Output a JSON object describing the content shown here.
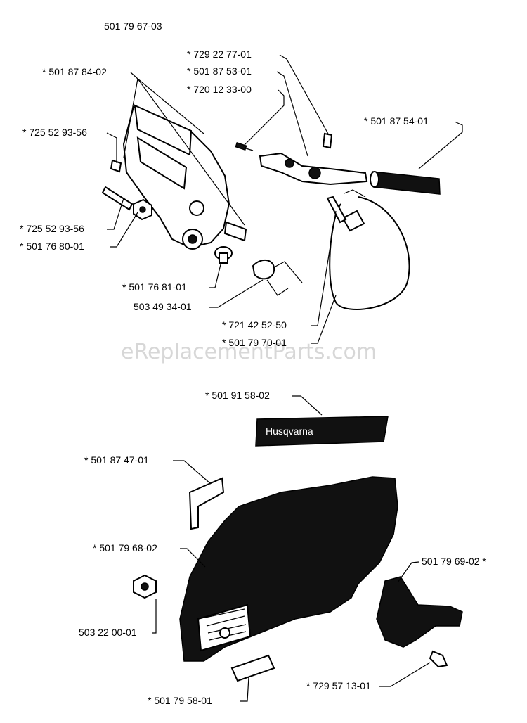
{
  "diagram": {
    "title": "501 79 67-03",
    "watermark": "eReplacementParts.com",
    "logo_text": "Husqvarna",
    "callouts": [
      {
        "id": "c1",
        "text": "* 501 87 84-02"
      },
      {
        "id": "c2",
        "text": "* 725 52 93-56"
      },
      {
        "id": "c3",
        "text": "* 725 52 93-56"
      },
      {
        "id": "c4",
        "text": "* 501 76 80-01"
      },
      {
        "id": "c5",
        "text": "* 729 22 77-01"
      },
      {
        "id": "c6",
        "text": "* 501 87 53-01"
      },
      {
        "id": "c7",
        "text": "* 720 12 33-00"
      },
      {
        "id": "c8",
        "text": "* 501 87 54-01"
      },
      {
        "id": "c9",
        "text": "* 501 76 81-01"
      },
      {
        "id": "c10",
        "text": "503 49 34-01"
      },
      {
        "id": "c11",
        "text": "* 721 42 52-50"
      },
      {
        "id": "c12",
        "text": "* 501 79 70-01"
      },
      {
        "id": "c13",
        "text": "* 501 91 58-02"
      },
      {
        "id": "c14",
        "text": "* 501 87 47-01"
      },
      {
        "id": "c15",
        "text": "* 501 79 68-02"
      },
      {
        "id": "c16",
        "text": "501 79 69-02 *"
      },
      {
        "id": "c17",
        "text": "503 22 00-01"
      },
      {
        "id": "c18",
        "text": "* 729 57 13-01"
      },
      {
        "id": "c19",
        "text": "* 501 79 58-01"
      }
    ]
  }
}
